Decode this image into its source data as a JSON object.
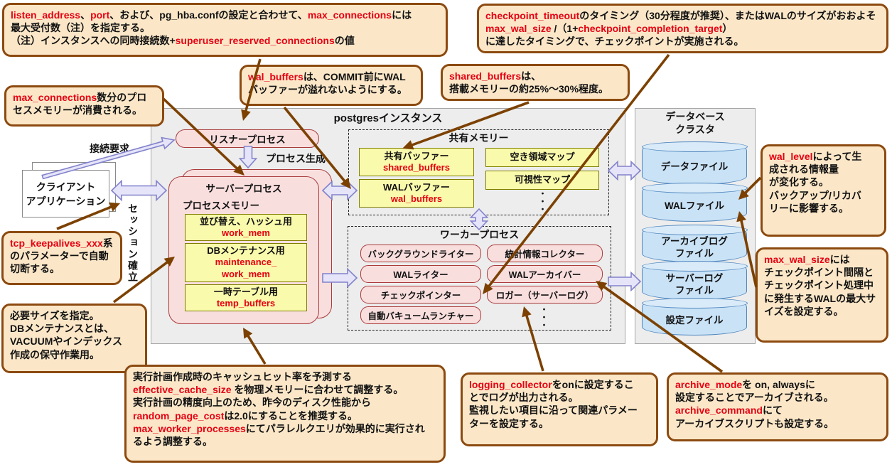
{
  "colors": {
    "callout_bg": "#FBE7C8",
    "callout_border": "#8C4A10",
    "param_red": "#E60012",
    "process_pink": "#F9DEDE",
    "process_border": "#A93B3B",
    "memory_yellow": "#FAFAAD",
    "memory_border": "#7F7F00",
    "file_blue": "#C9E2F6",
    "file_border": "#4E86BE",
    "arrow_purple_fill": "#E6E4F8",
    "arrow_purple_stroke": "#8282CC",
    "arrow_brown": "#7C4100",
    "panel_gray": "#EDEDED"
  },
  "callouts": {
    "listen": {
      "segments": [
        {
          "t": "listen_address",
          "c": "r"
        },
        {
          "t": "、",
          "c": "k"
        },
        {
          "t": "port",
          "c": "r"
        },
        {
          "t": "、および、pg_hba.confの設定と合わせて、",
          "c": "k"
        },
        {
          "t": "max_connections",
          "c": "r"
        },
        {
          "t": "には\n最大受付数（注）を指定する。\n（注）インスタンスへの同時接続数+",
          "c": "k"
        },
        {
          "t": "superuser_reserved_connections",
          "c": "r"
        },
        {
          "t": "の値",
          "c": "k"
        }
      ]
    },
    "checkpoint": {
      "segments": [
        {
          "t": "checkpoint_timeout",
          "c": "r"
        },
        {
          "t": "のタイミング（30分程度が推奨）、またはWALのサイズがおおよそ",
          "c": "k"
        },
        {
          "t": "max_wal_size",
          "c": "r"
        },
        {
          "t": " /（1+",
          "c": "k"
        },
        {
          "t": "checkpoint_completion_target",
          "c": "r"
        },
        {
          "t": "）\nに達したタイミングで、チェックポイントが実施される。",
          "c": "k"
        }
      ]
    },
    "walbuf": {
      "segments": [
        {
          "t": "wal_buffers",
          "c": "r"
        },
        {
          "t": "は、COMMIT前にWAL\nバッファーが溢れないようにする。",
          "c": "k"
        }
      ]
    },
    "sharedbuf": {
      "segments": [
        {
          "t": "shared_buffers",
          "c": "r"
        },
        {
          "t": "は、\n搭載メモリーの約25%～30%程度。",
          "c": "k"
        }
      ]
    },
    "maxconn": {
      "segments": [
        {
          "t": "max_connections",
          "c": "r"
        },
        {
          "t": "数分のプロ\nセスメモリーが消費される。",
          "c": "k"
        }
      ]
    },
    "tcp": {
      "segments": [
        {
          "t": "tcp_keepalives_xxx",
          "c": "r"
        },
        {
          "t": "系\nのパラメーターで自動\n切断する。",
          "c": "k"
        }
      ]
    },
    "memsize": {
      "segments": [
        {
          "t": "必要サイズを指定。\nDBメンテナンスとは、\nVACUUMやインデックス\n作成の保守作業用。",
          "c": "k"
        }
      ]
    },
    "plan": {
      "segments": [
        {
          "t": "実行計画作成時のキャッシュヒット率を予測する\n",
          "c": "k"
        },
        {
          "t": "effective_cache_size",
          "c": "r"
        },
        {
          "t": " を物理メモリーに合わせて調整する。\n実行計画の精度向上のため、昨今のディスク性能から\n",
          "c": "k"
        },
        {
          "t": "random_page_cost",
          "c": "r"
        },
        {
          "t": "は2.0にすることを推奨する。\n",
          "c": "k"
        },
        {
          "t": "max_worker_processes",
          "c": "r"
        },
        {
          "t": "にてパラレルクエリが効果的に実行され\nるよう調整する。",
          "c": "k"
        }
      ]
    },
    "logging": {
      "segments": [
        {
          "t": "logging_collector",
          "c": "r"
        },
        {
          "t": "をonに設定するこ\nとでログが出力される。\n監視したい項目に沿って関連パラメー\nターを設定する。",
          "c": "k"
        }
      ]
    },
    "archive": {
      "segments": [
        {
          "t": "archive_mode",
          "c": "r"
        },
        {
          "t": "を on, alwaysに\n設定することでアーカイブされる。\n",
          "c": "k"
        },
        {
          "t": "archive_command",
          "c": "r"
        },
        {
          "t": "にて\nアーカイブスクリプトも設定する。",
          "c": "k"
        }
      ]
    },
    "wallevel": {
      "segments": [
        {
          "t": "wal_level",
          "c": "r"
        },
        {
          "t": "によって生\n成される情報量\nが変化する。\nバックアップ/リカバ\nリーに影響する。",
          "c": "k"
        }
      ]
    },
    "maxwal": {
      "segments": [
        {
          "t": "max_wal_size",
          "c": "r"
        },
        {
          "t": "には\nチェックポイント間隔と\nチェックポイント処理中\nに発生するWALの最大サ\nイズを設定する。",
          "c": "k"
        }
      ]
    }
  },
  "client": {
    "label": "クライアント\nアプリケーション"
  },
  "labels": {
    "connection_request": "接続要求",
    "session_establish": "セッション確立",
    "process_spawn": "プロセス生成"
  },
  "instance": {
    "title": "postgresインスタンス",
    "listener": "リスナープロセス",
    "server": "サーバープロセス",
    "process_memory": {
      "title": "プロセスメモリー",
      "items": [
        {
          "label": "並び替え、ハッシュ用",
          "param": "work_mem"
        },
        {
          "label": "DBメンテナンス用",
          "param": "maintenance_\nwork_mem"
        },
        {
          "label": "一時テーブル用",
          "param": "temp_buffers"
        }
      ]
    },
    "shared_memory": {
      "title": "共有メモリー",
      "shared_buffers": {
        "label": "共有バッファー",
        "param": "shared_buffers"
      },
      "wal_buffers": {
        "label": "WALバッファー",
        "param": "wal_buffers"
      },
      "maps": [
        "空き領域マップ",
        "可視性マップ"
      ],
      "ellipsis": "・\n・\n・"
    },
    "workers": {
      "title": "ワーカープロセス",
      "left": [
        "バックグラウンドライター",
        "WALライター",
        "チェックポインター",
        "自動バキュームランチャー"
      ],
      "right": [
        "統計情報コレクター",
        "WALアーカイバー",
        "ロガー（サーバーログ）"
      ],
      "ellipsis": "・\n・\n・"
    }
  },
  "cluster": {
    "title": "データベース\nクラスタ",
    "files": [
      "データファイル",
      "WALファイル",
      "アーカイブログ\nファイル",
      "サーバーログ\nファイル",
      "設定ファイル"
    ]
  }
}
